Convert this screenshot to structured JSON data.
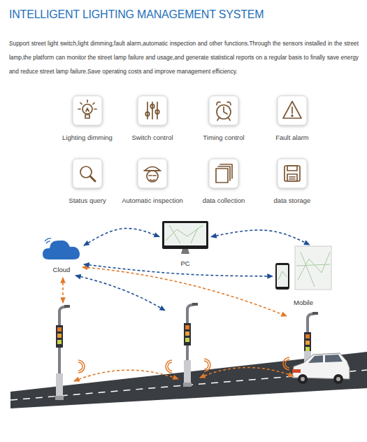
{
  "diagram": {
    "title": "INTELLIGENT LIGHTING MANAGEMENT SYSTEM",
    "nodes": [
      {
        "text": [
          "Lighting dimming"
        ]
      },
      {
        "text": [
          "Switch control"
        ]
      },
      {
        "text": [
          "Timing control"
        ]
      },
      {
        "text": [
          "Fault alarm"
        ]
      },
      {
        "text": [
          "Status query"
        ]
      },
      {
        "text": [
          "Automatic inspection"
        ]
      },
      {
        "text": [
          "data collection"
        ]
      },
      {
        "text": [
          "data storage"
        ]
      },
      {
        "text": [
          "Cloud"
        ]
      },
      {
        "text": [
          "PC"
        ]
      },
      {
        "text": [
          "Mobile"
        ]
      }
    ],
    "edges": [
      {
        "from": 8,
        "to": 9,
        "arrow": "both"
      },
      {
        "from": 9,
        "to": 10,
        "arrow": "both"
      },
      {
        "from": 8,
        "to": 10,
        "arrow": "both"
      }
    ],
    "labels": [
      "Support street light switch,light dimming,fault alarm,automatic inspection and other functions.Through the sensors installed in the street lamp,the platform can monitor the street lamp failure and usage,and generate statistical reports on a regular basis to finally save energy and reduce street lamp failure.Save operating costs and improve management efficiency."
    ]
  }
}
